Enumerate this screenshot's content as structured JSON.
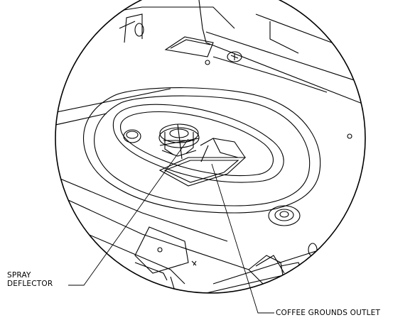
{
  "callouts": {
    "spray_deflector": {
      "line1": "SPRAY",
      "line2": "DEFLECTOR"
    },
    "coffee_grounds_outlet": {
      "text": "COFFEE GROUNDS OUTLET"
    }
  },
  "colors": {
    "ink": "#000000",
    "background": "#ffffff"
  }
}
